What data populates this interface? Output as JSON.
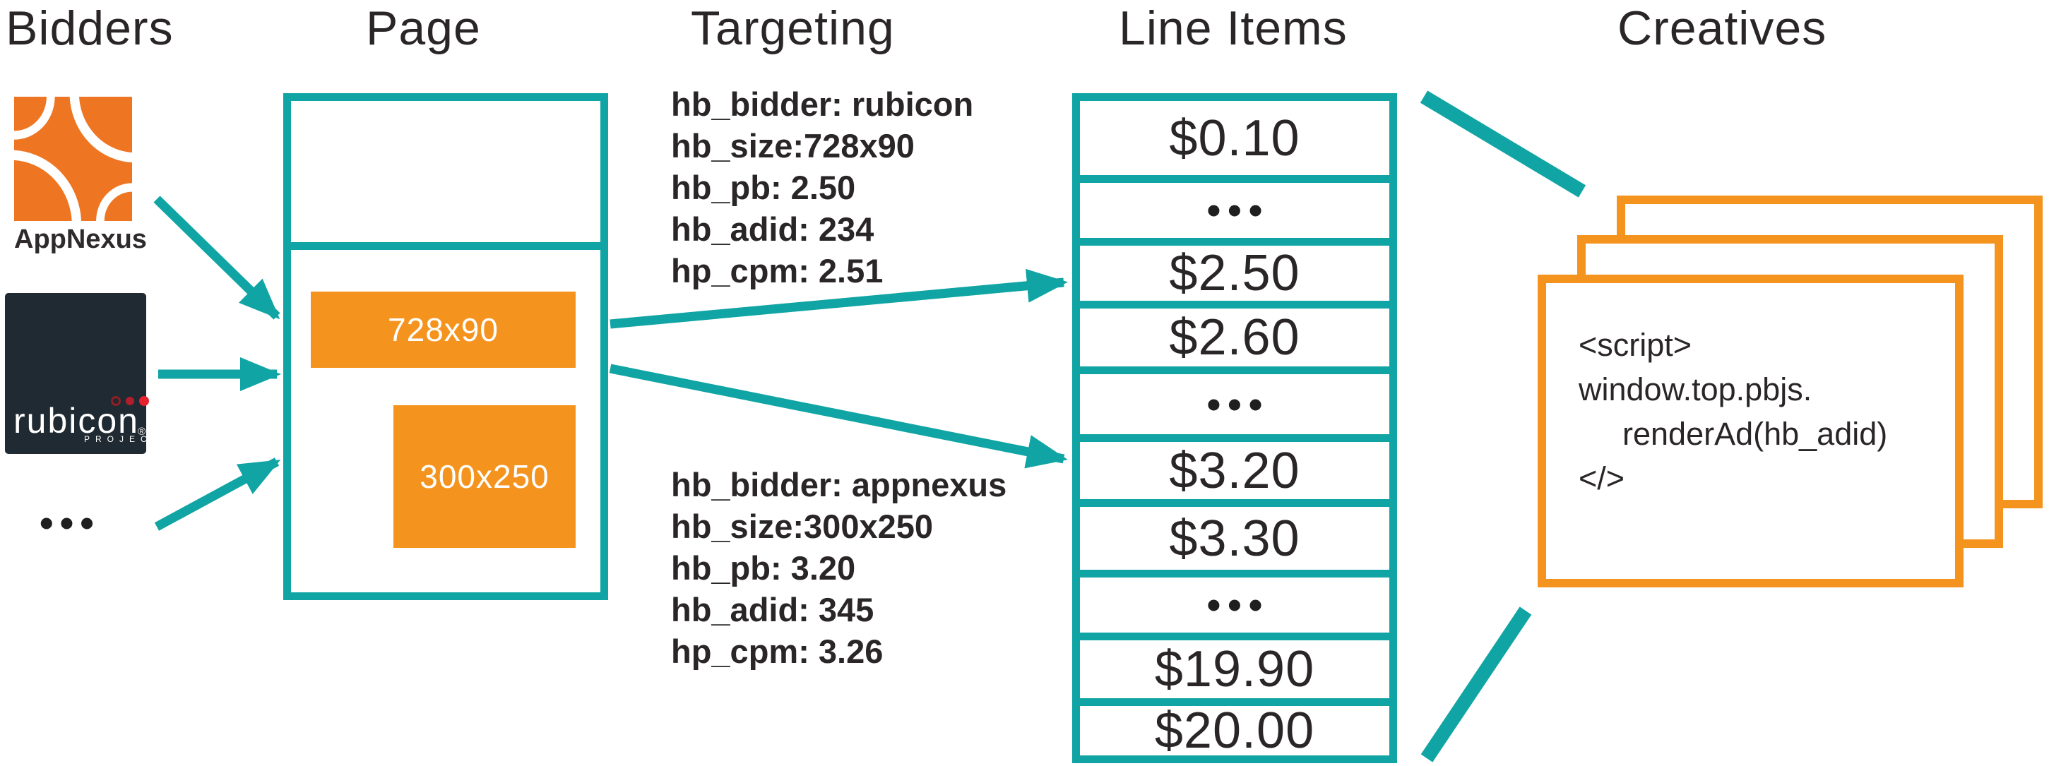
{
  "titles": {
    "bidders": "Bidders",
    "page": "Page",
    "targeting": "Targeting",
    "line_items": "Line Items",
    "creatives": "Creatives"
  },
  "bidders": {
    "appnexus": {
      "label": "AppNexus"
    },
    "rubicon": {
      "wordmark": "rubicon",
      "reg": "®",
      "project": "PROJECT"
    },
    "ellipsis": "•••"
  },
  "page": {
    "slot_banner": "728x90",
    "slot_rect": "300x250"
  },
  "targeting": {
    "rubicon_block": {
      "line1": "hb_bidder: rubicon",
      "line2": "hb_size:728x90",
      "line3": "hb_pb: 2.50",
      "line4": "hb_adid: 234",
      "line5": "hp_cpm: 2.51"
    },
    "appnexus_block": {
      "line1": "hb_bidder: appnexus",
      "line2": "hb_size:300x250",
      "line3": "hb_pb: 3.20",
      "line4": "hb_adid: 345",
      "line5": "hp_cpm: 3.26"
    }
  },
  "line_items": {
    "rows": [
      "$0.10",
      "•••",
      "$2.50",
      "$2.60",
      "•••",
      "$3.20",
      "$3.30",
      "•••",
      "$19.90",
      "$20.00"
    ]
  },
  "creatives": {
    "script": {
      "line1": "<script>",
      "line2": "window.top.pbjs.",
      "line3": "renderAd(hb_adid)",
      "line4": "</>"
    }
  },
  "colors": {
    "teal": "#10A5A4",
    "orange": "#F4941E",
    "appnexus_orange": "#EE7623",
    "rubicon_navy": "#202A32",
    "ink": "#2A2627",
    "red_dot": "#E8212E",
    "dark_red_dot": "#B01E2E"
  }
}
